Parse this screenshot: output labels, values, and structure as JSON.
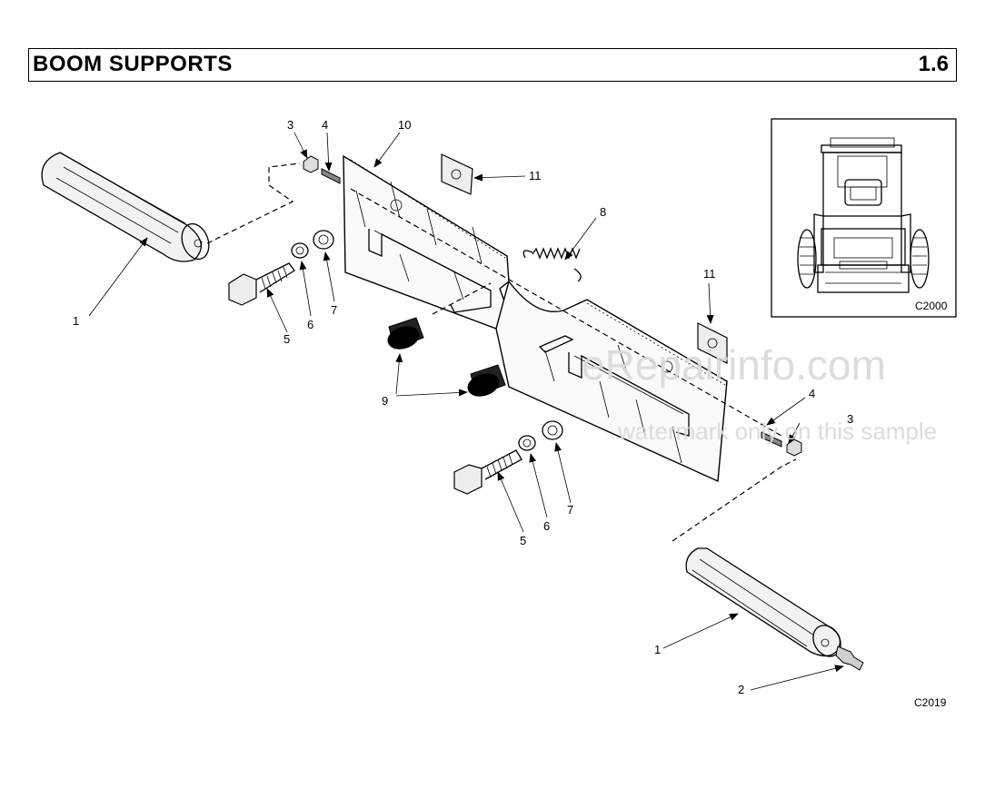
{
  "header": {
    "title": "BOOM SUPPORTS",
    "section": "1.6"
  },
  "inset": {
    "code": "C2000"
  },
  "figure_code": "C2019",
  "watermark": {
    "main": "eRepairinfo.com",
    "sub": "watermark only on this sample"
  },
  "callouts": {
    "c1a": "1",
    "c1b": "1",
    "c2": "2",
    "c3a": "3",
    "c3b": "3",
    "c4a": "4",
    "c4b": "4",
    "c5a": "5",
    "c5b": "5",
    "c6a": "6",
    "c6b": "6",
    "c7a": "7",
    "c7b": "7",
    "c8": "8",
    "c9": "9",
    "c10": "10",
    "c11a": "11",
    "c11b": "11"
  }
}
